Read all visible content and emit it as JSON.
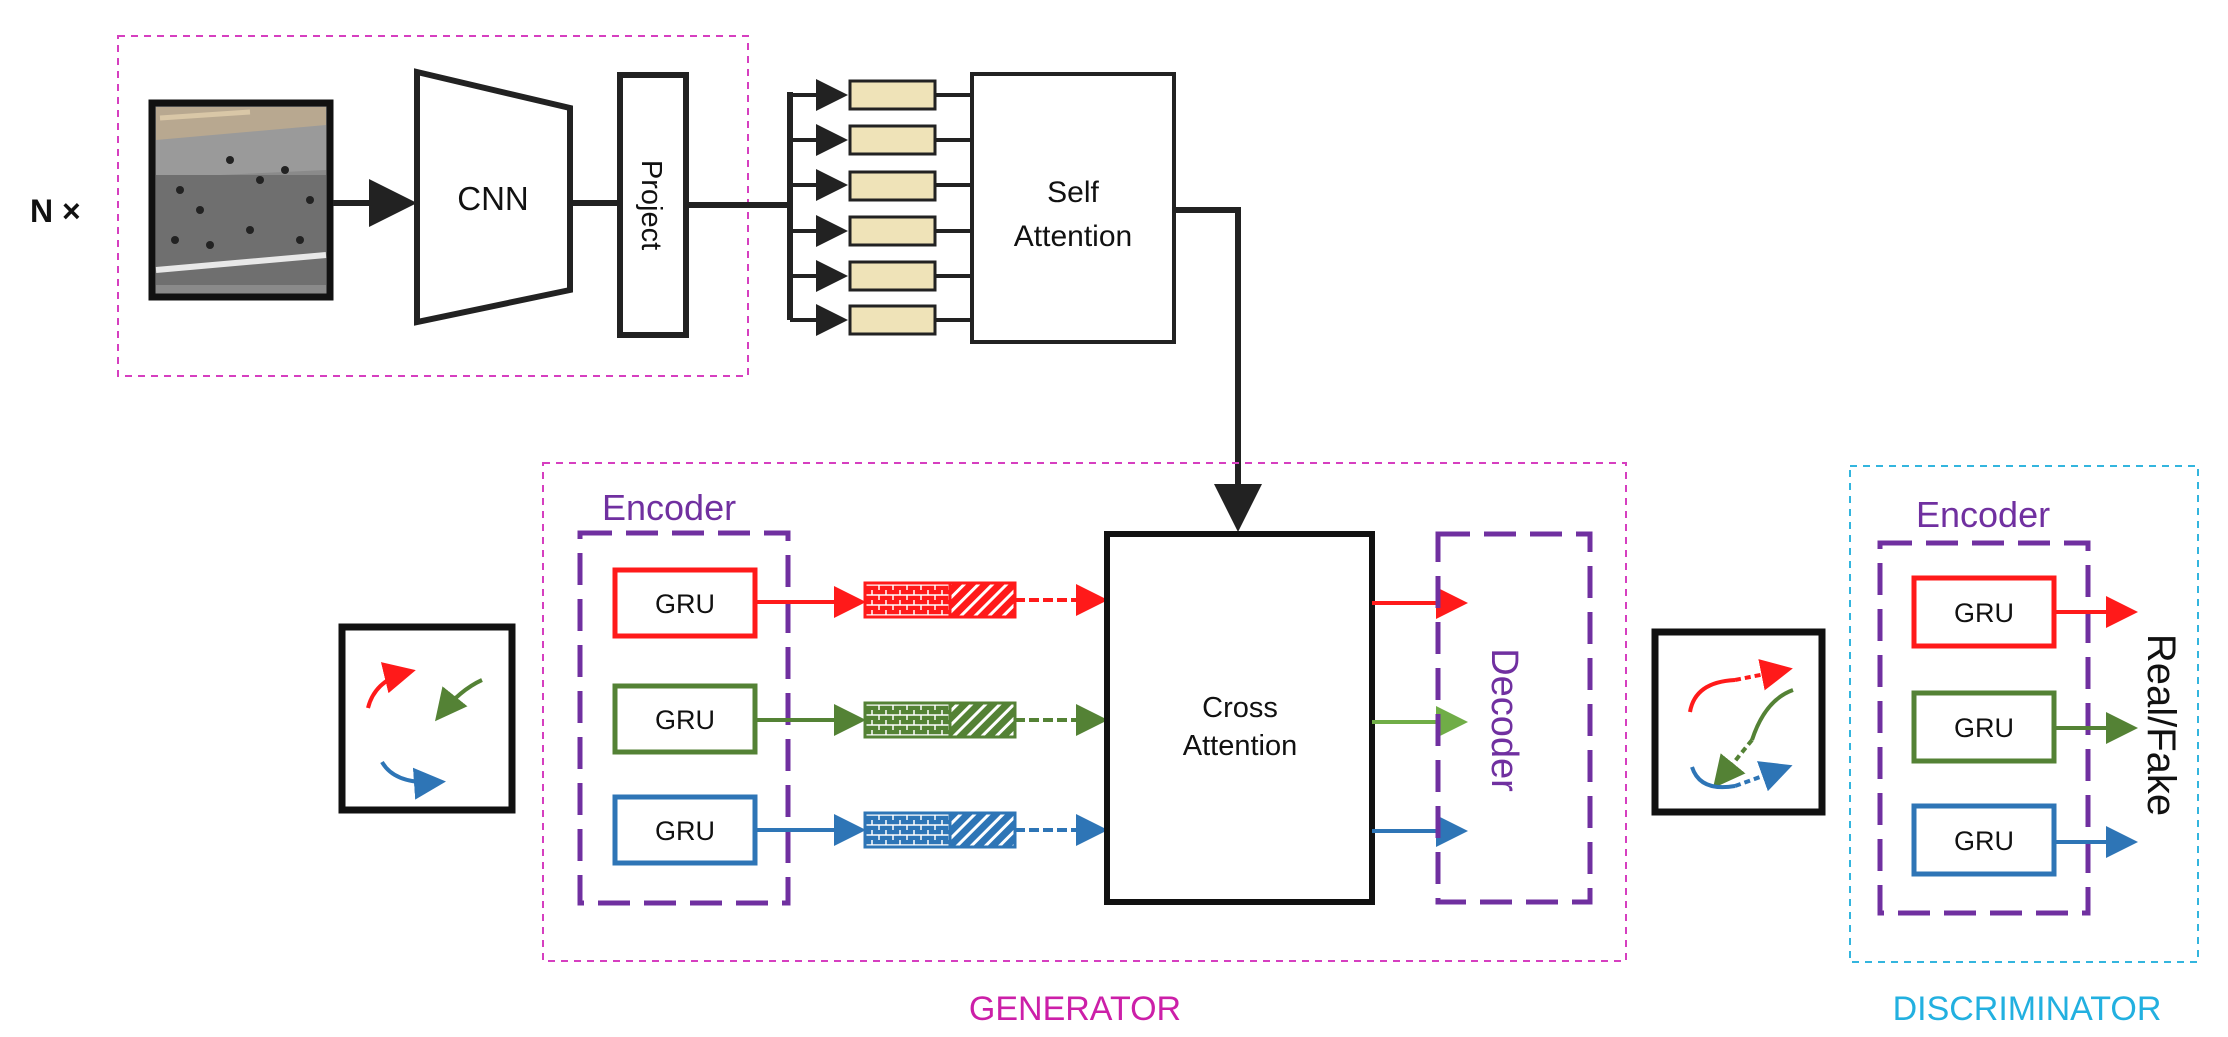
{
  "labels": {
    "n_times": "N ×",
    "cnn": "CNN",
    "project": "Project",
    "self_attention_line1": "Self",
    "self_attention_line2": "Attention",
    "encoder_generator": "Encoder",
    "gru_red": "GRU",
    "gru_green": "GRU",
    "gru_blue": "GRU",
    "cross_attention_line1": "Cross",
    "cross_attention_line2": "Attention",
    "decoder": "Decoder",
    "encoder_discriminator": "Encoder",
    "disc_gru_red": "GRU",
    "disc_gru_green": "GRU",
    "disc_gru_blue": "GRU",
    "real_fake": "Real/Fake",
    "generator": "GENERATOR",
    "discriminator": "DISCRIMINATOR"
  },
  "colors": {
    "magenta_dash": "#d63fc0",
    "cyan_dash": "#33b5de",
    "purple": "#7030a0",
    "red": "#ff1a1a",
    "green": "#548235",
    "blue": "#2e75b6",
    "token_fill": "#efe3b8",
    "generator_label": "#cc1fa8",
    "discriminator_label": "#22b0e0"
  },
  "icons": {
    "scene": "crowd-scene-photo",
    "past_trajectories": "past-trajectories-icon",
    "predicted_trajectories": "predicted-trajectories-icon"
  }
}
